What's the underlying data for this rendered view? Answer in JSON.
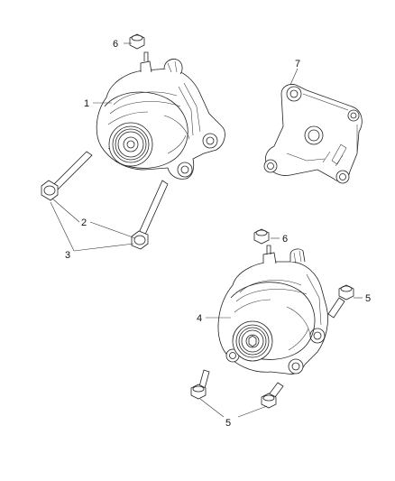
{
  "diagram": {
    "callouts": {
      "c1": "1",
      "c2": "2",
      "c3": "3",
      "c4": "4",
      "c5_upper": "5",
      "c5_lower": "5",
      "c6_upper": "6",
      "c6_lower": "6",
      "c7": "7"
    },
    "colors": {
      "line": "#222222",
      "background": "#ffffff"
    }
  }
}
